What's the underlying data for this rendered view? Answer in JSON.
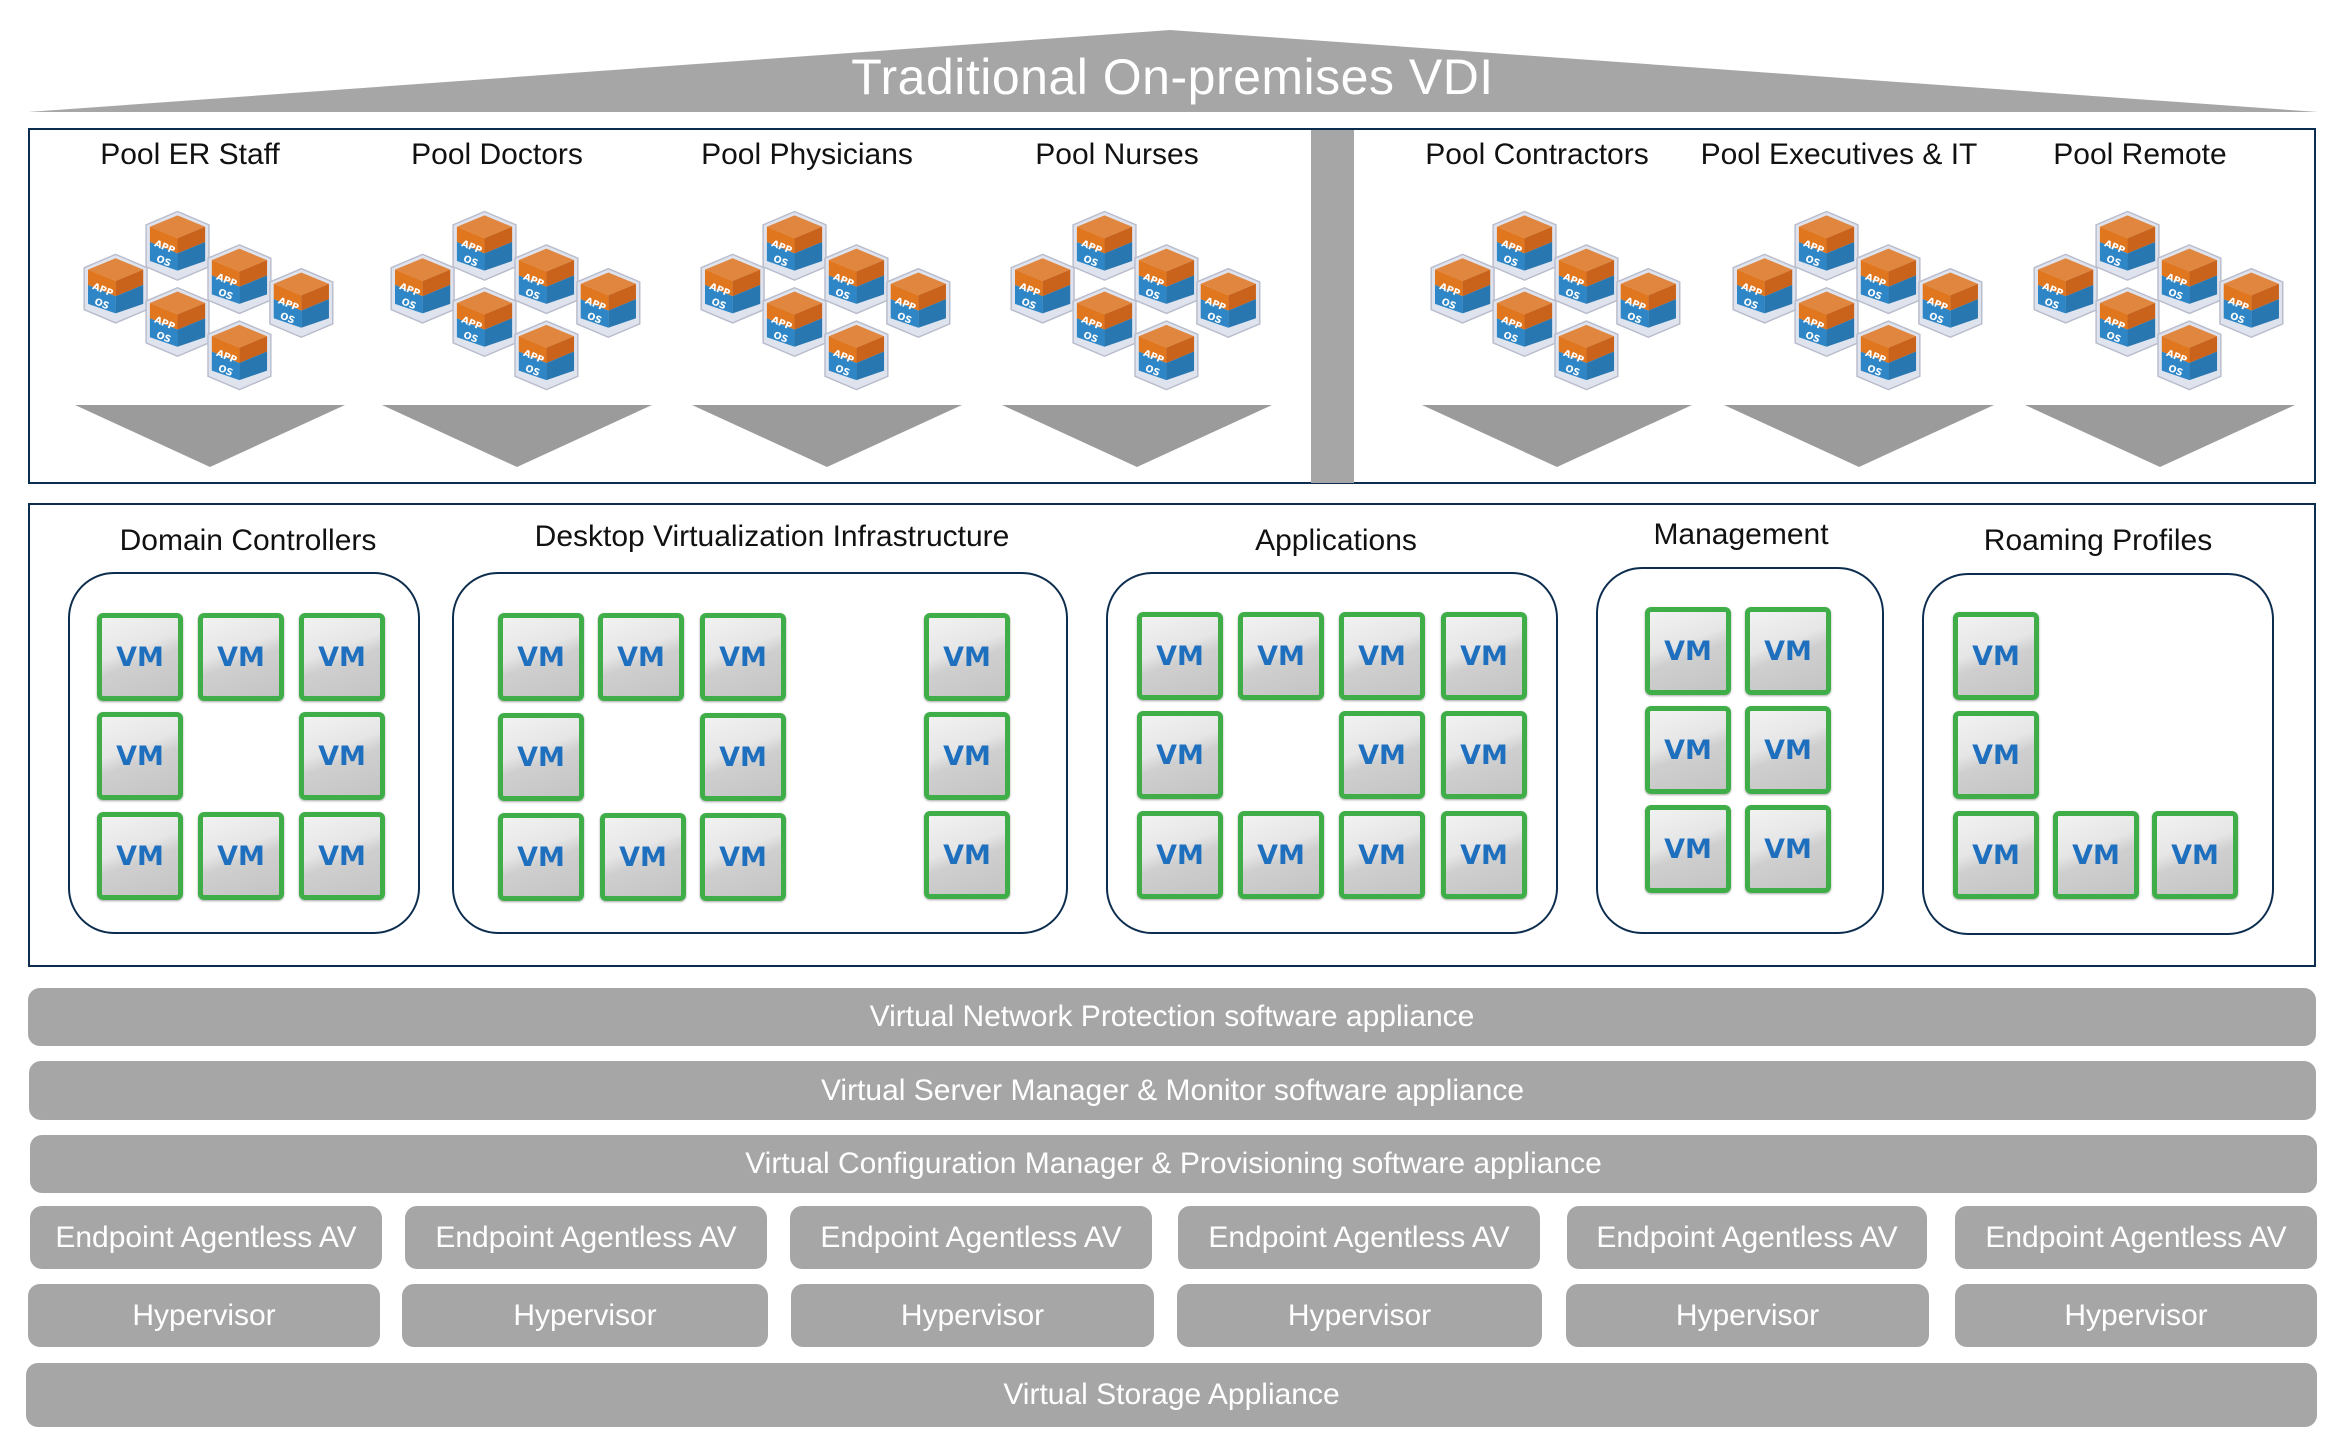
{
  "title": "Traditional On-premises VDI",
  "colors": {
    "roof_gray": "#a6a6a6",
    "panel_border": "#0d2d4f",
    "vm_border": "#3fae49",
    "vm_text": "#1f6fbf",
    "cube_app": "#e0761e",
    "cube_os": "#2f86c6",
    "arrow_gray": "#9b9b9b"
  },
  "pools": [
    {
      "label": "Pool ER Staff",
      "desktops": 6,
      "icon": "app-os-cube-icon"
    },
    {
      "label": "Pool Doctors",
      "desktops": 6,
      "icon": "app-os-cube-icon"
    },
    {
      "label": "Pool Physicians",
      "desktops": 6,
      "icon": "app-os-cube-icon"
    },
    {
      "label": "Pool Nurses",
      "desktops": 6,
      "icon": "app-os-cube-icon"
    },
    {
      "label": "Pool Contractors",
      "desktops": 6,
      "icon": "app-os-cube-icon"
    },
    {
      "label": "Pool Executives & IT",
      "desktops": 6,
      "icon": "app-os-cube-icon"
    },
    {
      "label": "Pool Remote",
      "desktops": 6,
      "icon": "app-os-cube-icon"
    }
  ],
  "cube_labels": {
    "app": "APP",
    "os": "OS"
  },
  "vm_label": "VM",
  "server_groups": [
    {
      "label": "Domain Controllers",
      "vm_count": 8
    },
    {
      "label": "Desktop Virtualization Infrastructure",
      "vm_count": 11
    },
    {
      "label": "Applications",
      "vm_count": 11
    },
    {
      "label": "Management",
      "vm_count": 6
    },
    {
      "label": "Roaming Profiles",
      "vm_count": 5
    }
  ],
  "layers": {
    "network_protection": "Virtual Network Protection software appliance",
    "server_manager": "Virtual Server Manager & Monitor software appliance",
    "config_manager": "Virtual Configuration Manager & Provisioning software appliance",
    "endpoint_av": [
      "Endpoint Agentless AV",
      "Endpoint Agentless AV",
      "Endpoint Agentless AV",
      "Endpoint Agentless AV",
      "Endpoint Agentless AV",
      "Endpoint Agentless AV"
    ],
    "hypervisor": [
      "Hypervisor",
      "Hypervisor",
      "Hypervisor",
      "Hypervisor",
      "Hypervisor",
      "Hypervisor"
    ],
    "storage": "Virtual Storage Appliance"
  }
}
